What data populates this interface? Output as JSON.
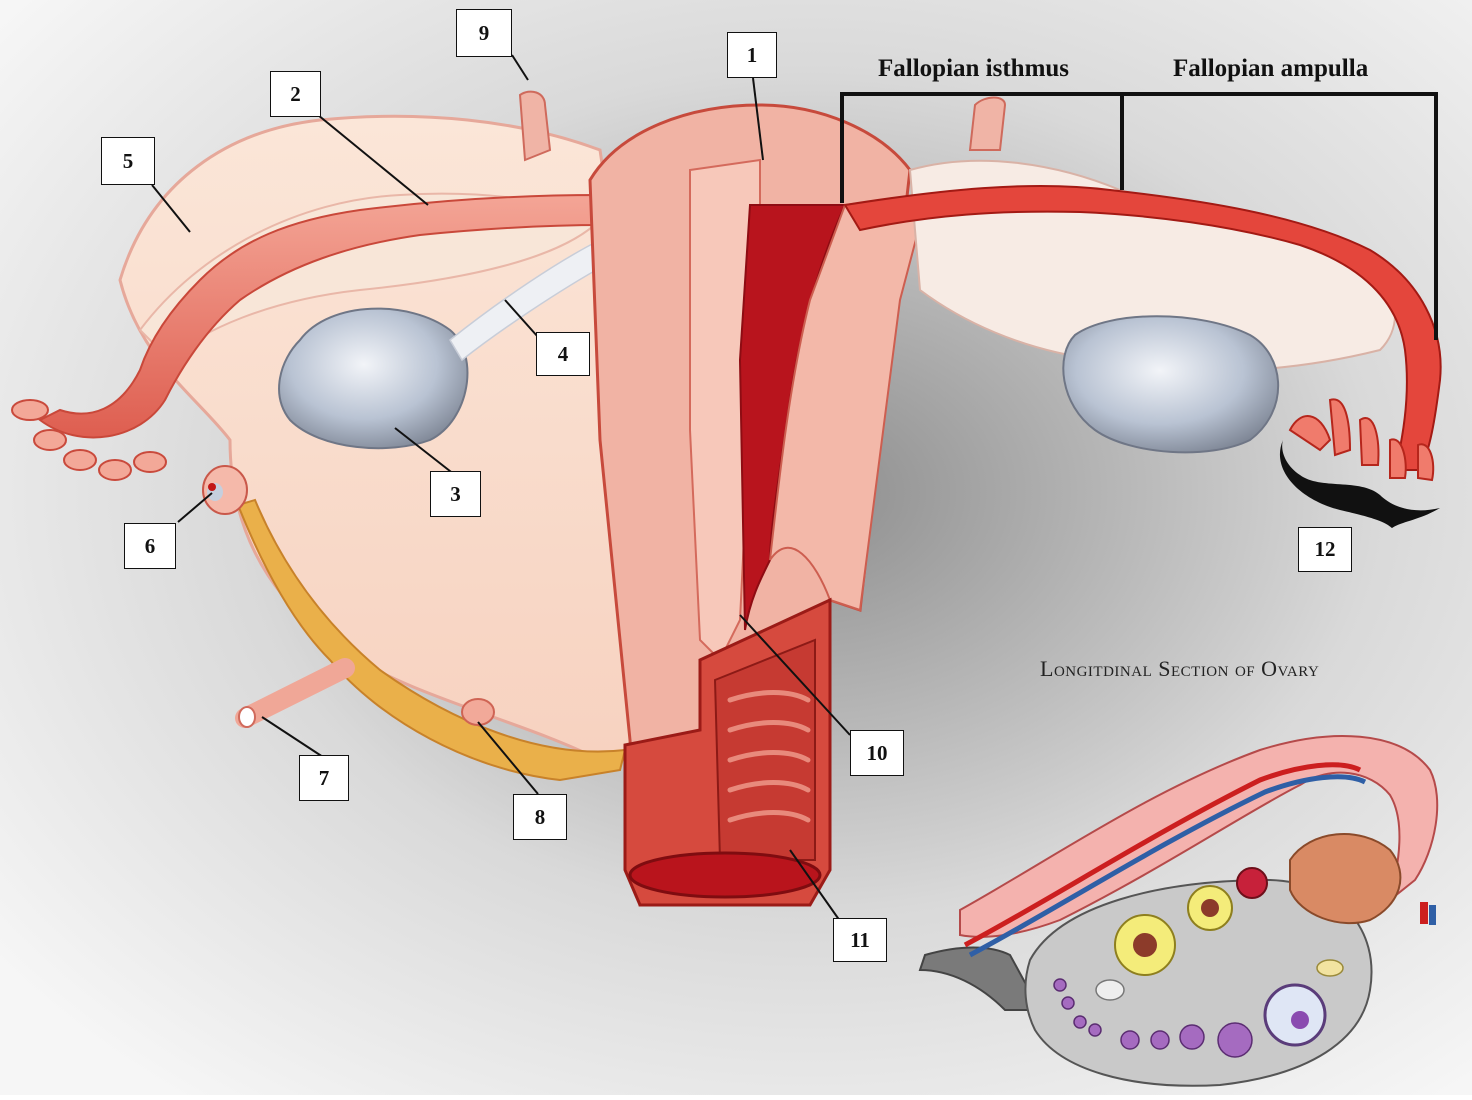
{
  "captions": {
    "isthmus": "Fallopian isthmus",
    "ampulla": "Fallopian ampulla",
    "section_title": "Longitdinal Section of Ovary"
  },
  "callouts": [
    {
      "label": "1"
    },
    {
      "label": "2"
    },
    {
      "label": "3"
    },
    {
      "label": "4"
    },
    {
      "label": "5"
    },
    {
      "label": "6"
    },
    {
      "label": "7"
    },
    {
      "label": "8"
    },
    {
      "label": "9"
    },
    {
      "label": "10"
    },
    {
      "label": "11"
    },
    {
      "label": "12"
    }
  ],
  "colors": {
    "tissue_red": "#d8403a",
    "tissue_pink": "#f2b4a6",
    "lumen_red": "#b5121b",
    "ovary_blue": "#aab6c8",
    "fat_yellow": "#e8a93a",
    "vein_blue": "#2f5fa6",
    "artery_red": "#cc1f1f",
    "section_gray": "#c9c9c9"
  }
}
